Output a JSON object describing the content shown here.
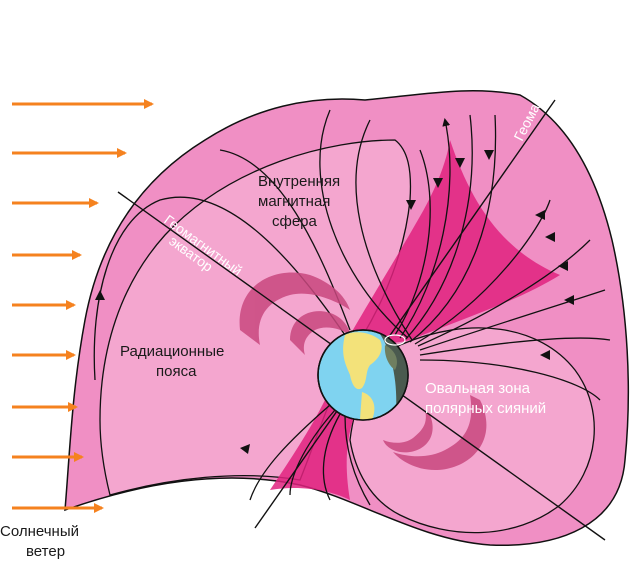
{
  "labels": {
    "solar_wind_line1": "Солнечный",
    "solar_wind_line2": "ветер",
    "inner_sphere_line1": "Внутренняя",
    "inner_sphere_line2": "магнитная",
    "inner_sphere_line3": "сфера",
    "radiation_line1": "Радиационные",
    "radiation_line2": "пояса",
    "aurora_line1": "Овальная зона",
    "aurora_line2": "полярных сияний",
    "geomagnetic_axis": "Геомагнитная ось",
    "geomagnetic_equator_line1": "Геомагнитный",
    "geomagnetic_equator_line2": "экватор"
  },
  "colors": {
    "magnetosphere_fill": "#f08fc4",
    "inner_fill": "#f4a6cf",
    "dense_field": "#e0227f",
    "belt_color": "#c9487f",
    "arrow_orange": "#f5821f",
    "ocean": "#7fd3f0",
    "land": "#f3e27a",
    "night": "#4a5a4f"
  },
  "icons": {
    "solar_wind_arrow": "arrow-right-icon",
    "earth": "earth-globe-icon"
  }
}
